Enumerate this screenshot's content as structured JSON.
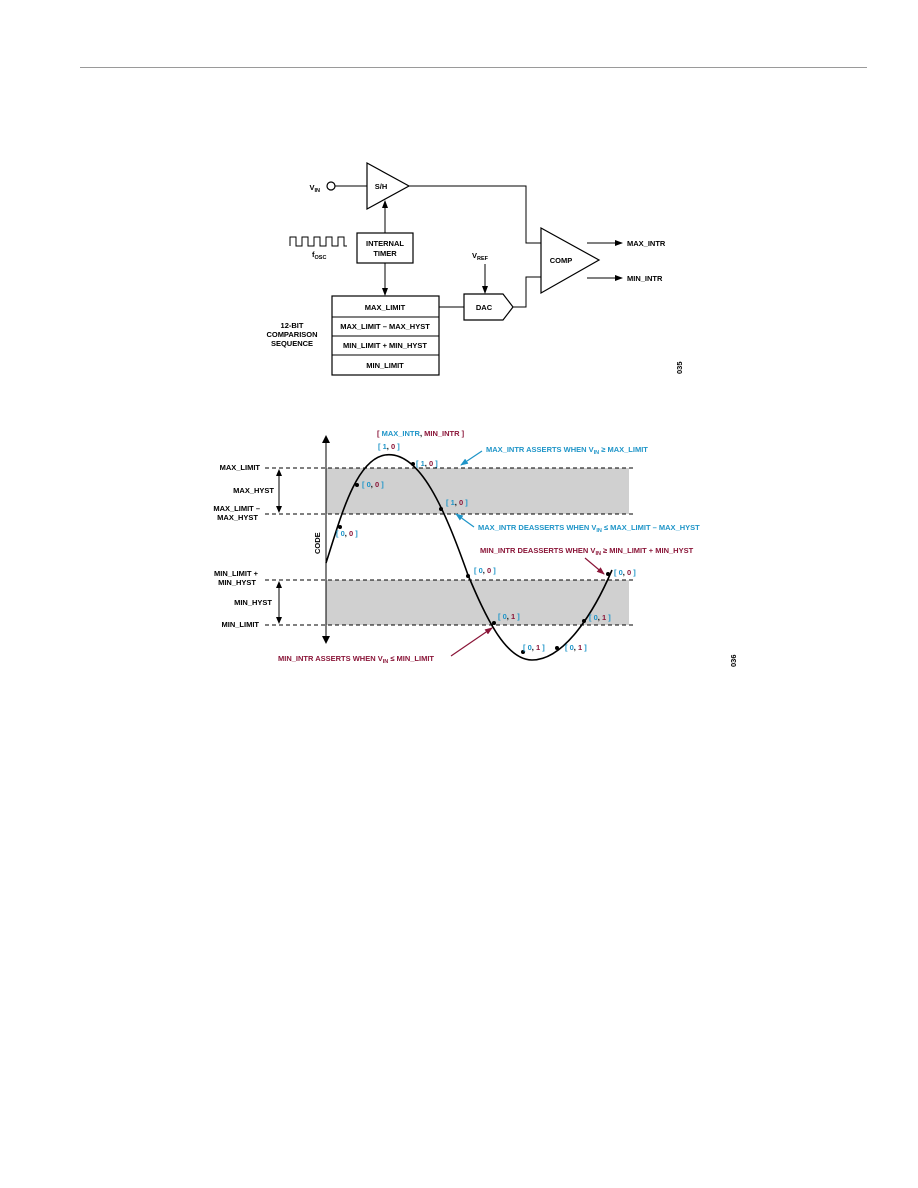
{
  "diagram_top": {
    "vin": {
      "main": "V",
      "sub": "IN"
    },
    "sh": "S/H",
    "internal_timer": [
      "INTERNAL",
      "TIMER"
    ],
    "fosc": {
      "main": "f",
      "sub": "OSC"
    },
    "vref": {
      "main": "V",
      "sub": "REF"
    },
    "dac": "DAC",
    "comp": "COMP",
    "max_intr": "MAX_INTR",
    "min_intr": "MIN_INTR",
    "sequence_label": [
      "12-BIT",
      "COMPARISON",
      "SEQUENCE"
    ],
    "sequence_rows": [
      "MAX_LIMIT",
      "MAX_LIMIT – MAX_HYST",
      "MIN_LIMIT + MIN_HYST",
      "MIN_LIMIT"
    ],
    "figure_id": "035"
  },
  "diagram_bottom": {
    "y_axis_label": "CODE",
    "levels": {
      "max_limit": "MAX_LIMIT",
      "max_hyst": "MAX_HYST",
      "max_limit_minus": [
        "MAX_LIMIT –",
        "MAX_HYST"
      ],
      "min_limit_plus": [
        "MIN_LIMIT +",
        "MIN_HYST"
      ],
      "min_hyst": "MIN_HYST",
      "min_limit": "MIN_LIMIT"
    },
    "legend": {
      "open": "[ ",
      "max": "MAX_INTR",
      "sep": ", ",
      "min": "MIN_INTR",
      "close": " ]"
    },
    "states": [
      {
        "a": "1",
        "b": "0"
      },
      {
        "a": "1",
        "b": "0"
      },
      {
        "a": "0",
        "b": "0"
      },
      {
        "a": "1",
        "b": "0"
      },
      {
        "a": "0",
        "b": "0"
      },
      {
        "a": "0",
        "b": "0"
      },
      {
        "a": "0",
        "b": "0"
      },
      {
        "a": "0",
        "b": "1"
      },
      {
        "a": "0",
        "b": "1"
      },
      {
        "a": "0",
        "b": "1"
      },
      {
        "a": "0",
        "b": "1"
      }
    ],
    "annotations": {
      "max_assert": {
        "pre": "MAX_INTR ASSERTS WHEN V",
        "sub": "IN",
        "post": " ≥ MAX_LIMIT"
      },
      "max_deassert": {
        "pre": "MAX_INTR DEASSERTS WHEN V",
        "sub": "IN",
        "post": " ≤ MAX_LIMIT – MAX_HYST"
      },
      "min_deassert": {
        "pre": "MIN_INTR DEASSERTS WHEN V",
        "sub": "IN",
        "post": " ≥ MIN_LIMIT + MIN_HYST"
      },
      "min_assert": {
        "pre": "MIN_INTR ASSERTS WHEN V",
        "sub": "IN",
        "post": " ≤ MIN_LIMIT"
      }
    },
    "figure_id": "036"
  },
  "colors": {
    "max_intr": "#1f95c8",
    "min_intr": "#8a1538",
    "hyst_band": "#d0d0d0"
  }
}
